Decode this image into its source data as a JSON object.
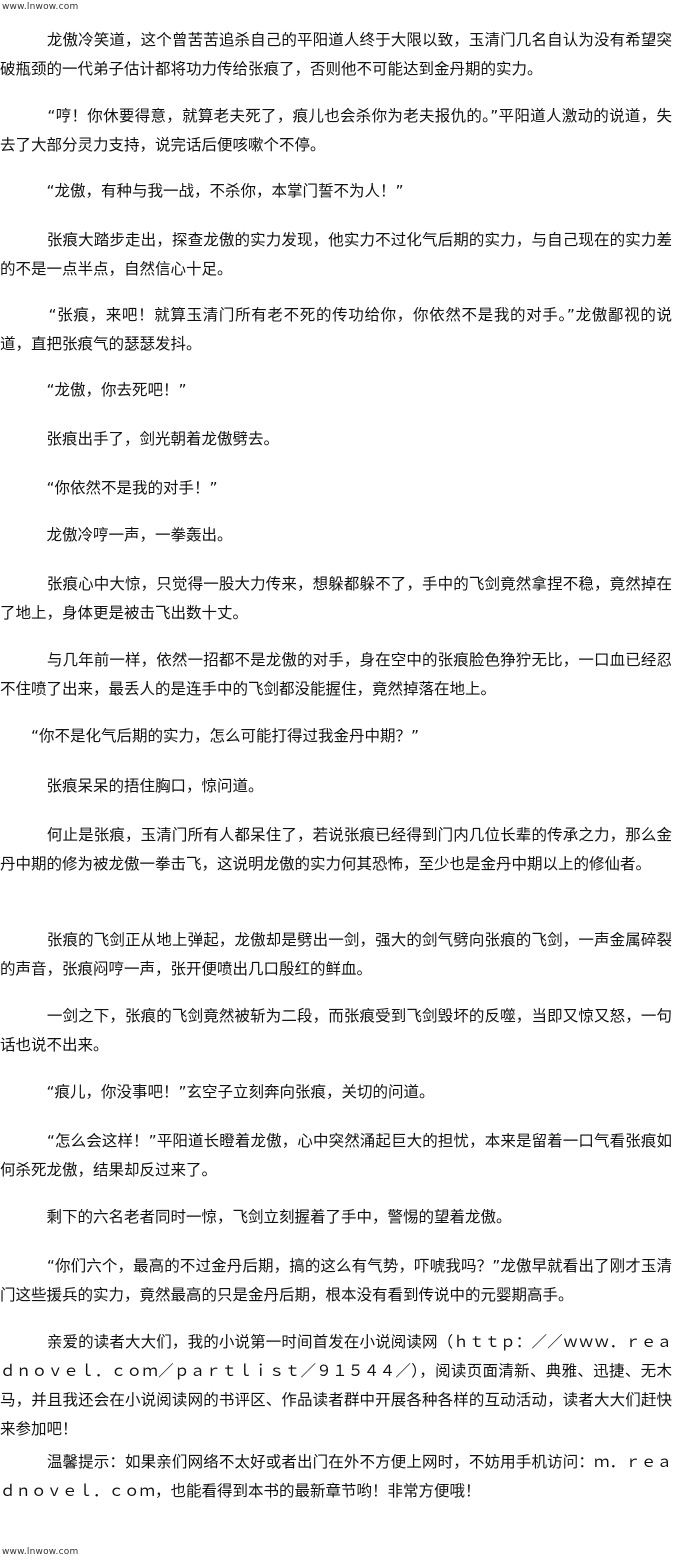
{
  "watermark_top": "www.lnwow.com",
  "watermark_bottom": "www.lnwow.com",
  "paragraphs": [
    {
      "text": "　　　龙傲冷笑道，这个曾苦苦追杀自己的平阳道人终于大限以致，玉清门几名自认为没有希望突破瓶颈的一代弟子估计都将功力传给张痕了，否则他不可能达到金丹期的实力。"
    },
    {
      "text": "　　　“哼！你休要得意，就算老夫死了，痕儿也会杀你为老夫报仇的。”平阳道人激动的说道，失去了大部分灵力支持，说完话后便咳嗽个不停。"
    },
    {
      "text": "　　　“龙傲，有种与我一战，不杀你，本掌门誓不为人！”"
    },
    {
      "text": "　　　张痕大踏步走出，探查龙傲的实力发现，他实力不过化气后期的实力，与自己现在的实力差的不是一点半点，自然信心十足。"
    },
    {
      "text": "　　　“张痕，来吧！就算玉清门所有老不死的传功给你，你依然不是我的对手。”龙傲鄙视的说道，直把张痕气的瑟瑟发抖。"
    },
    {
      "text": "　　　“龙傲，你去死吧！”"
    },
    {
      "text": "　　　张痕出手了，剑光朝着龙傲劈去。"
    },
    {
      "text": "　　　“你依然不是我的对手！”"
    },
    {
      "text": "　　　龙傲冷哼一声，一拳轰出。"
    },
    {
      "text": "　　　张痕心中大惊，只觉得一股大力传来，想躲都躲不了，手中的飞剑竟然拿捏不稳，竟然掉在了地上，身体更是被击飞出数十丈。"
    },
    {
      "text": "　　　与几年前一样，依然一招都不是龙傲的对手，身在空中的张痕脸色狰狞无比，一口血已经忍不住喷了出来，最丢人的是连手中的飞剑都没能握住，竟然掉落在地上。"
    },
    {
      "text": "　　“你不是化气后期的实力，怎么可能打得过我金丹中期？”"
    },
    {
      "text": "　　　张痕呆呆的捂住胸口，惊问道。"
    },
    {
      "text": "　　　何止是张痕，玉清门所有人都呆住了，若说张痕已经得到门内几位长辈的传承之力，那么金丹中期的修为被龙傲一拳击飞，这说明龙傲的实力何其恐怖，至少也是金丹中期以上的修仙者。"
    },
    {
      "text": "　　　张痕的飞剑正从地上弹起，龙傲却是劈出一剑，强大的剑气劈向张痕的飞剑，一声金属碎裂的声音，张痕闷哼一声，张开便喷出几口殷红的鲜血。"
    },
    {
      "text": "　　　一剑之下，张痕的飞剑竟然被斩为二段，而张痕受到飞剑毁坏的反噬，当即又惊又怒，一句话也说不出来。"
    },
    {
      "text": "　　　“痕儿，你没事吧！”玄空子立刻奔向张痕，关切的问道。"
    },
    {
      "text": "　　　“怎么会这样！”平阳道长瞪着龙傲，心中突然涌起巨大的担忧，本来是留着一口气看张痕如何杀死龙傲，结果却反过来了。"
    },
    {
      "text": "　　　剩下的六名老者同时一惊，飞剑立刻握着了手中，警惕的望着龙傲。"
    },
    {
      "text": "　　　“你们六个，最高的不过金丹后期，搞的这么有气势，吓唬我吗？”龙傲早就看出了刚才玉清门这些援兵的实力，竟然最高的只是金丹后期，根本没有看到传说中的元婴期高手。"
    },
    {
      "text": "　　　亲爱的读者大大们，我的小说第一时间首发在小说阅读网（ｈｔｔｐ：／／ｗｗｗ．ｒｅａｄｎｏｖｅｌ．ｃｏｍ／ｐａｒｔｌｉｓｔ／９１５４４／），阅读页面清新、典雅、迅捷、无木马，并且我还会在小说阅读网的书评区、作品读者群中开展各种各样的互动活动，读者大大们赶快来参加吧！"
    },
    {
      "text": "　　　温馨提示：如果亲们网络不太好或者出门在外不方便上网时，不妨用手机访问：ｍ．ｒｅａｄｎｏｖｅｌ．ｃｏｍ，也能看得到本书的最新章节哟！非常方便哦！"
    }
  ]
}
